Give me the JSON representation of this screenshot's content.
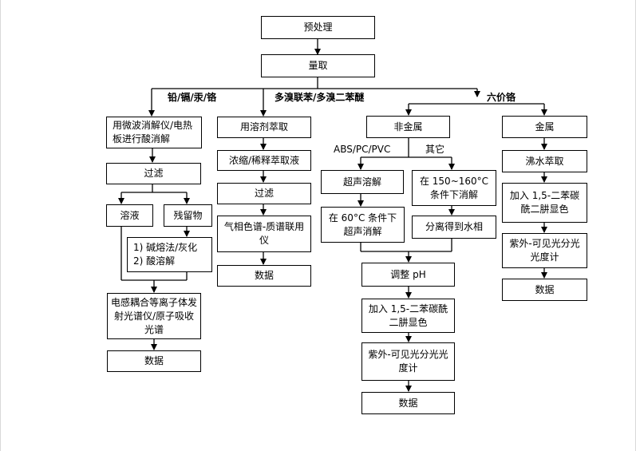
{
  "nodes": {
    "pretreat": "预处理",
    "measure": "量取",
    "microwave": "用微波消解仪/电热板进行酸消解",
    "filter1": "过滤",
    "solution": "溶液",
    "residue": "残留物",
    "alkali": "1) 碱熔法/灰化\n2) 酸溶解",
    "icp": "电感耦合等离子体发射光谱仪/原子吸收光谱",
    "data1": "数据",
    "solvent": "用溶剂萃取",
    "concentrate": "浓缩/稀释萃取液",
    "filter2": "过滤",
    "gcms": "气相色谱-质谱联用仪",
    "data2": "数据",
    "nonmetal": "非金属",
    "ultrasonic": "超声溶解",
    "ultra60": "在 60°C 条件下超声消解",
    "digest150": "在 150~160°C 条件下消解",
    "separate": "分离得到水相",
    "ph": "调整 pH",
    "dpc_mid": "加入 1,5-二苯碳酰二肼显色",
    "uv_mid": "紫外-可见光分光光度计",
    "data3": "数据",
    "metal": "金属",
    "boil": "沸水萃取",
    "dpc_right": "加入 1,5-二苯碳酰二肼显色",
    "uv_right": "紫外-可见光分光光度计",
    "data4": "数据"
  },
  "labels": {
    "branch1": "铅/镉/汞/铬",
    "branch2": "多溴联苯/多溴二苯醚",
    "branch3": "六价铬",
    "abs": "ABS/PC/PVC",
    "other": "其它"
  }
}
